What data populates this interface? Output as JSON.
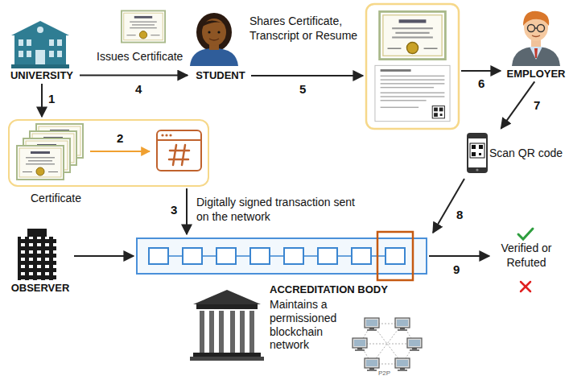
{
  "diagram": {
    "nodes": [
      {
        "text": [
          "UNIVERSITY"
        ]
      },
      {
        "text": [
          "STUDENT"
        ]
      },
      {
        "text": [
          "EMPLOYER"
        ]
      },
      {
        "text": [
          "Certificate"
        ]
      },
      {
        "text": [
          "Scan QR code"
        ]
      },
      {
        "text": [
          "OBSERVER"
        ]
      },
      {
        "text": [
          "Verified or Refuted"
        ]
      },
      {
        "text": [
          "ACCREDITATION BODY",
          "Maintains a permissioned blockchain network"
        ]
      }
    ],
    "edges": [
      {
        "from": 0,
        "to": 3,
        "arrow": "to"
      },
      {
        "from": 0,
        "to": 1,
        "label": "Issues Certificate",
        "arrow": "to"
      },
      {
        "from": 2,
        "to": 4,
        "arrow": "to"
      }
    ],
    "labels": [
      "Shares Certificate, Transcript or Resume",
      "Digitally signed transaction sent on the network",
      "P2P",
      "1",
      "2",
      "3",
      "4",
      "5",
      "6",
      "7",
      "8",
      "9"
    ]
  }
}
